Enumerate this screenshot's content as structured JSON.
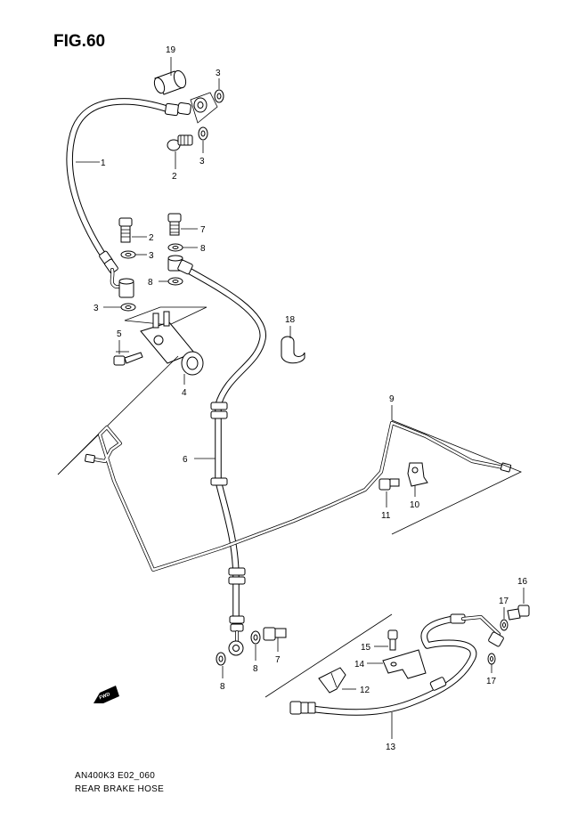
{
  "figure": {
    "title": "FIG.60",
    "code": "AN400K3 E02_060",
    "caption": "REAR BRAKE HOSE",
    "fwd_label": "FWD"
  },
  "callouts": [
    {
      "id": "c19",
      "label": "19"
    },
    {
      "id": "c3a",
      "label": "3"
    },
    {
      "id": "c3b",
      "label": "3"
    },
    {
      "id": "c2a",
      "label": "2"
    },
    {
      "id": "c1",
      "label": "1"
    },
    {
      "id": "c2b",
      "label": "2"
    },
    {
      "id": "c3c",
      "label": "3"
    },
    {
      "id": "c7a",
      "label": "7"
    },
    {
      "id": "c8a",
      "label": "8"
    },
    {
      "id": "c8b",
      "label": "8"
    },
    {
      "id": "c3d",
      "label": "3"
    },
    {
      "id": "c5",
      "label": "5"
    },
    {
      "id": "c4",
      "label": "4"
    },
    {
      "id": "c18",
      "label": "18"
    },
    {
      "id": "c6",
      "label": "6"
    },
    {
      "id": "c9",
      "label": "9"
    },
    {
      "id": "c11",
      "label": "11"
    },
    {
      "id": "c10",
      "label": "10"
    },
    {
      "id": "c16",
      "label": "16"
    },
    {
      "id": "c17a",
      "label": "17"
    },
    {
      "id": "c17b",
      "label": "17"
    },
    {
      "id": "c15",
      "label": "15"
    },
    {
      "id": "c14",
      "label": "14"
    },
    {
      "id": "c12",
      "label": "12"
    },
    {
      "id": "c8c",
      "label": "8"
    },
    {
      "id": "c7b",
      "label": "7"
    },
    {
      "id": "c8d",
      "label": "8"
    },
    {
      "id": "c13",
      "label": "13"
    }
  ]
}
